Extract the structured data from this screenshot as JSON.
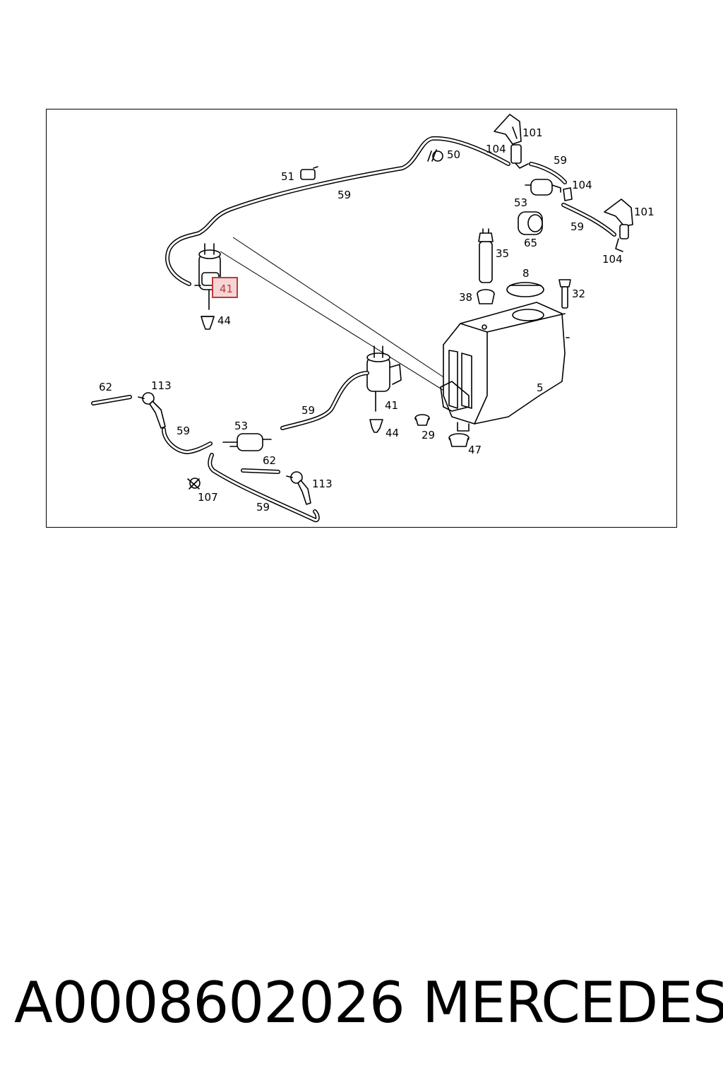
{
  "diagram": {
    "highlight_label": "41",
    "callouts": {
      "c101a": "101",
      "c104a": "104",
      "c50": "50",
      "c59a": "59",
      "c104b": "104",
      "c51": "51",
      "c59b": "59",
      "c53a": "53",
      "c101b": "101",
      "c59c": "59",
      "c65": "65",
      "c104c": "104",
      "c35": "35",
      "c8": "8",
      "c38": "38",
      "c32": "32",
      "c44a": "44",
      "c5": "5",
      "c62a": "62",
      "c113a": "113",
      "c59d": "59",
      "c53b": "53",
      "c41b": "41",
      "c44b": "44",
      "c29": "29",
      "c47": "47",
      "c62b": "62",
      "c113b": "113",
      "c107": "107",
      "c59e": "59",
      "c59f": "59"
    }
  },
  "footer": {
    "part_number": "A0008602026",
    "brand": "MERCEDES"
  },
  "colors": {
    "highlight": "#c0393b",
    "highlight_fill": "#f4d6d6",
    "line": "#000000"
  }
}
